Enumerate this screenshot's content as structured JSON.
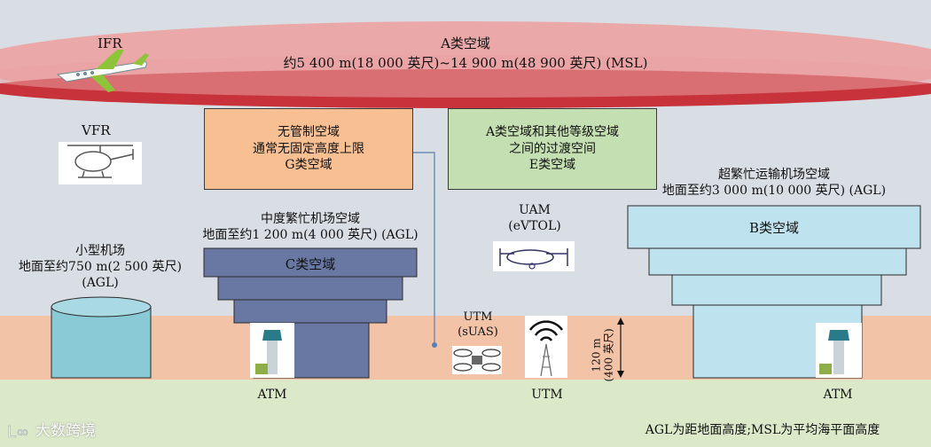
{
  "ifr_label": "IFR",
  "class_a": {
    "title": "A类空域",
    "range": "约5 400 m(18 000 英尺)~14 900 m(48 900 英尺) (MSL)"
  },
  "vfr_label": "VFR",
  "class_g_box": {
    "line1": "无管制空域",
    "line2": "通常无固定高度上限",
    "line3": "G类空域"
  },
  "class_e_box": {
    "line1": "A类空域和其他等级空域",
    "line2": "之间的过渡空间",
    "line3": "E类空域"
  },
  "small_airport": {
    "line1": "小型机场",
    "line2": "地面至约750 m(2 500 英尺)",
    "line3": "(AGL)"
  },
  "medium_airport": {
    "line1": "中度繁忙机场空域",
    "line2": "地面至约1 200 m(4 000 英尺) (AGL)",
    "class_label": "C类空域"
  },
  "large_airport": {
    "line1": "超繁忙运输机场空域",
    "line2": "地面至约3 000 m(10 000 英尺) (AGL)",
    "class_label": "B类空域"
  },
  "uam": {
    "line1": "UAM",
    "line2": "(eVTOL)"
  },
  "utm_suas": {
    "line1": "UTM",
    "line2": "(sUAS)"
  },
  "altitude_120": {
    "line1": "120 m",
    "line2": "(400 英尺)"
  },
  "atm_left": "ATM",
  "utm_bottom": "UTM",
  "atm_right": "ATM",
  "footnote": "AGL为距地面高度;MSL为平均海平面高度",
  "watermark": "大数跨境",
  "colors": {
    "sky": "#d8dde3",
    "band_salmon": "#f2c2a6",
    "ground": "#d9e8c6",
    "class_a_outer": "#e9a5a5",
    "class_a_inner": "#c9373e",
    "class_g": "#f6bf92",
    "class_e": "#c3dfb0",
    "class_c": "#6878a0",
    "class_b": "#bfe1ee",
    "class_d": "#8ac9d6"
  }
}
